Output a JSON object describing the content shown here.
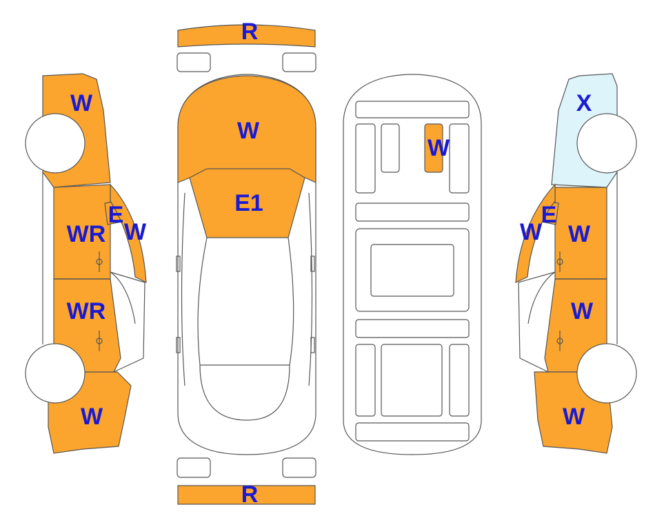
{
  "colors": {
    "damaged": "#FBA52E",
    "glass_x": "#DDF4FA",
    "label": "#1A1AD2",
    "outline": "#555555",
    "tire": "#FFFFFF"
  },
  "labels": {
    "front_bumper": "R",
    "hood": "W",
    "windshield": "E1",
    "roof_panel": "W",
    "rear_bumper": "R",
    "left_front_fender": "W",
    "left_mirror": "E",
    "left_glass": "W",
    "left_front_door": "WR",
    "left_rear_door": "WR",
    "left_rear_quarter": "W",
    "right_front_fender": "X",
    "right_mirror": "E",
    "right_glass": "W",
    "right_front_door": "W",
    "right_rear_door": "W",
    "right_rear_quarter": "W"
  }
}
